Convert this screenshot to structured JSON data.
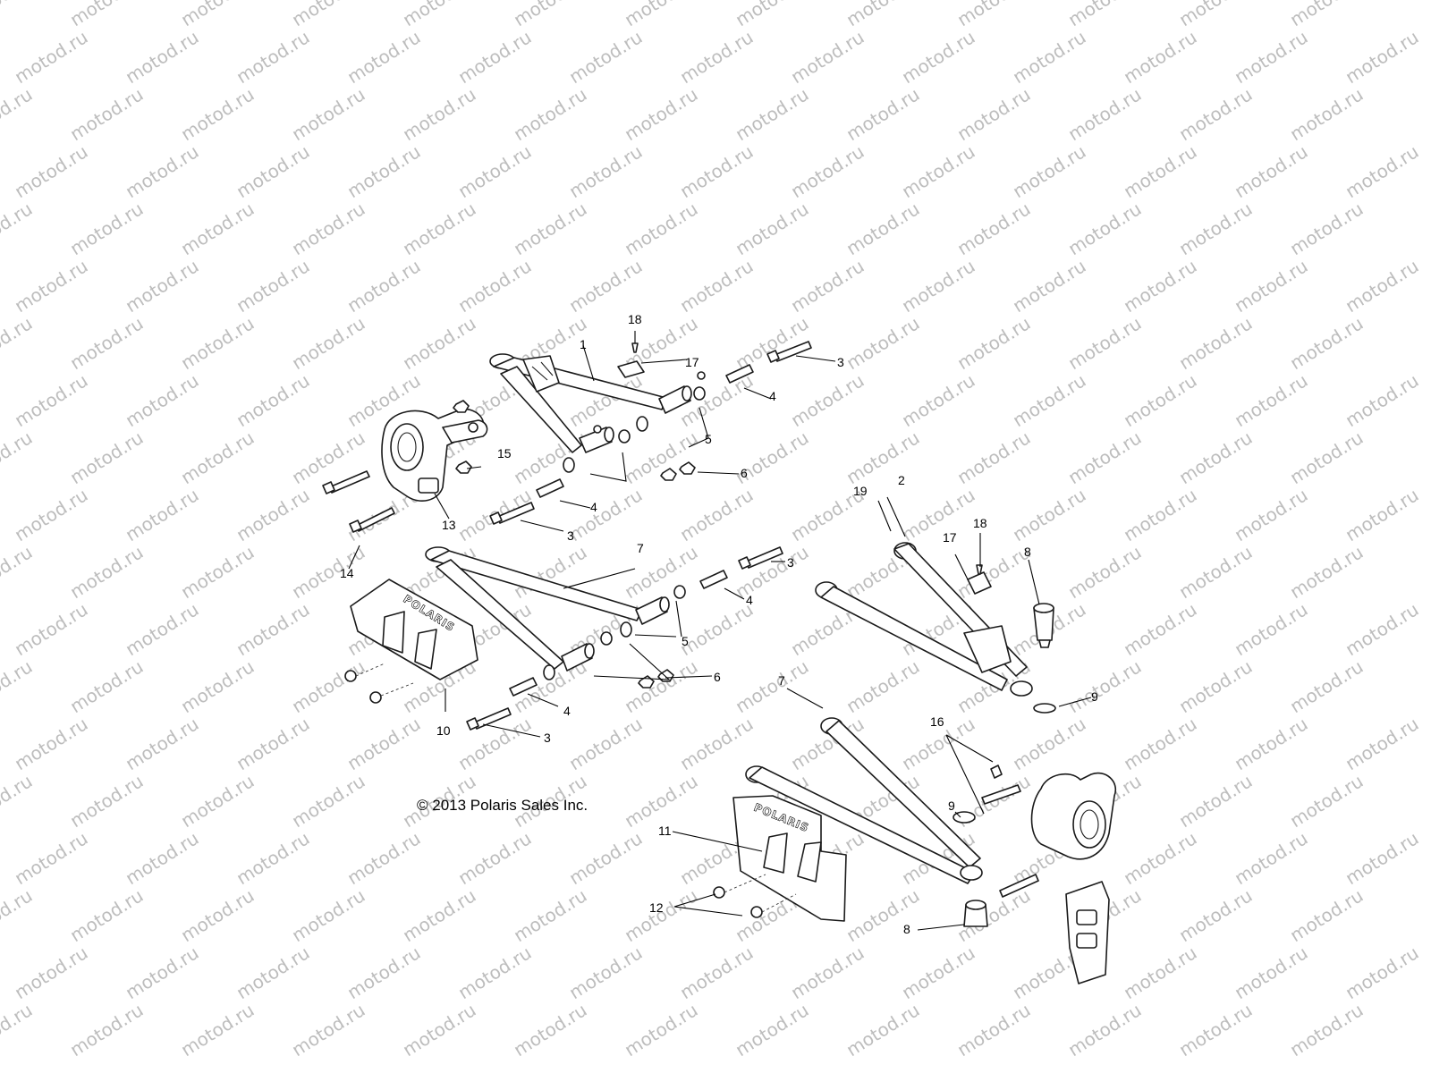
{
  "watermark_text": "motod.ru",
  "copyright": "© 2013 Polaris Sales Inc.",
  "brand_label": "POLARIS",
  "callouts": [
    "1",
    "2",
    "3",
    "4",
    "5",
    "6",
    "7",
    "8",
    "9",
    "10",
    "11",
    "12",
    "13",
    "14",
    "15",
    "16",
    "17",
    "18",
    "19"
  ],
  "icons": {
    "bolt": "bolt-icon",
    "nut": "nut-icon",
    "bushing": "bushing-icon",
    "ball_joint": "ball-joint-icon",
    "snap_ring": "snap-ring-icon"
  }
}
